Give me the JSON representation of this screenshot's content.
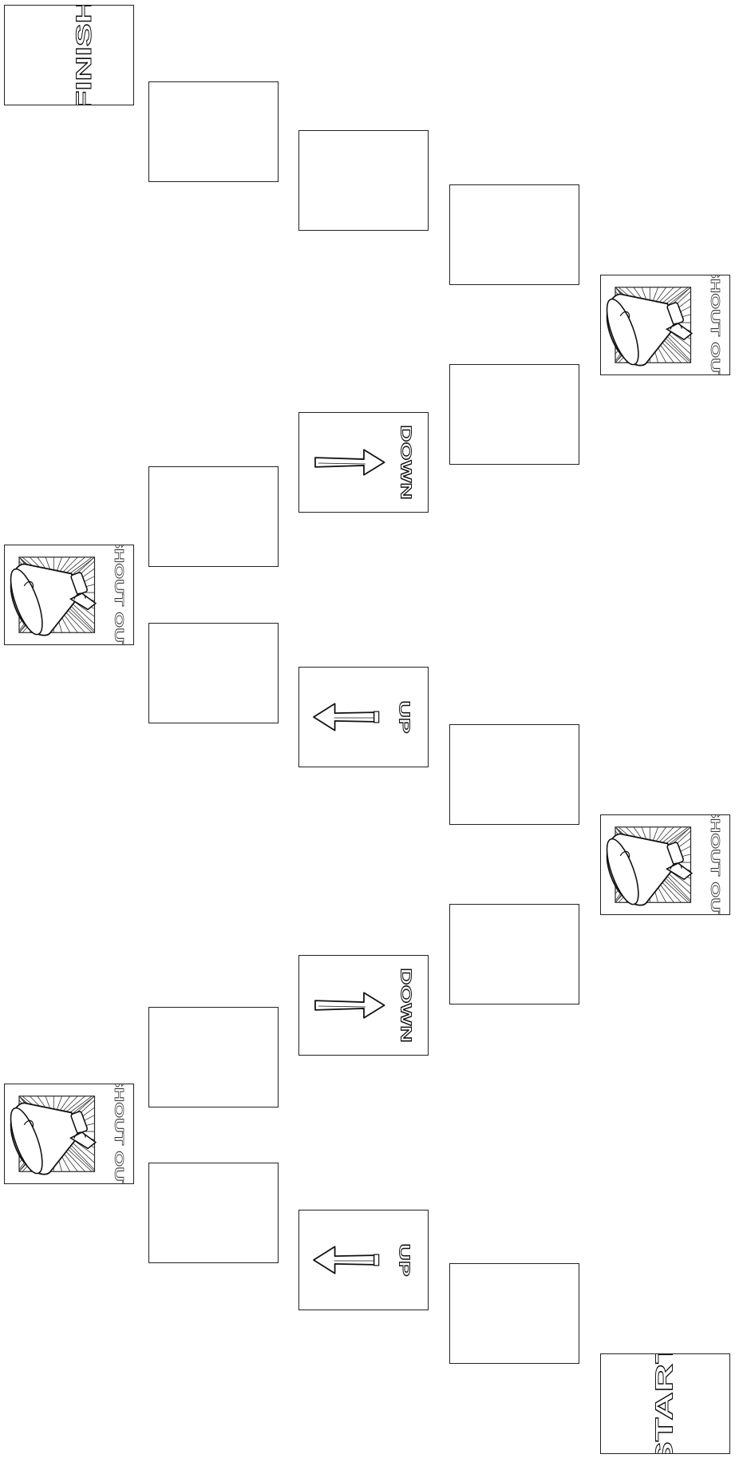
{
  "board": {
    "start_label": "START",
    "finish_label": "FINISH",
    "shout_out_label": "SHOUT OUT",
    "up_label": "UP",
    "down_label": "DOWN"
  }
}
